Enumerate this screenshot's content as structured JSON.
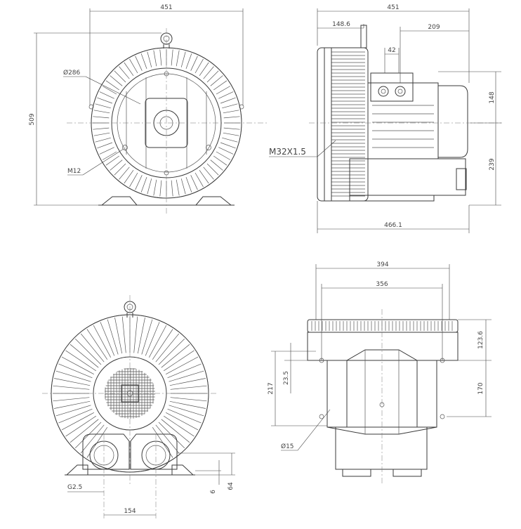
{
  "views": {
    "front": {
      "dims": {
        "width": "451",
        "height": "509",
        "diameter": "Ø286",
        "thread": "M12"
      }
    },
    "side": {
      "dims": {
        "width": "451",
        "left_offset": "148.6",
        "right_offset": "209",
        "box_width": "42",
        "upper_height": "148",
        "lower_height": "239",
        "length": "466.1",
        "port_thread": "M32X1.5"
      }
    },
    "rear": {
      "dims": {
        "port": "G2.5",
        "port_spacing": "154",
        "foot_thickness": "6",
        "port_height": "64"
      }
    },
    "top": {
      "dims": {
        "outer_width": "394",
        "inner_width": "356",
        "side_height": "123.6",
        "hole_height": "23.5",
        "body_height": "217",
        "hole_spacing": "170",
        "hole_dia": "Ø15"
      }
    }
  }
}
